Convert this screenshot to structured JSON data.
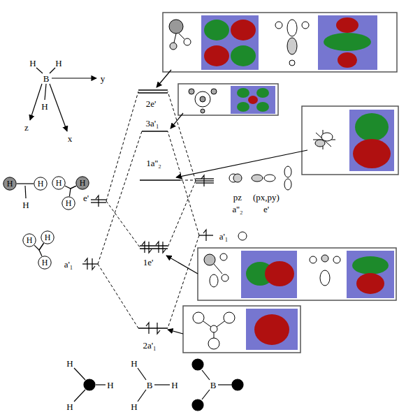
{
  "diagram": {
    "nodes": [
      {
        "text": [
          "H"
        ]
      },
      {
        "text": [
          "H"
        ]
      },
      {
        "text": [
          "H"
        ]
      },
      {
        "text": [
          "H"
        ]
      },
      {
        "text": [
          "H"
        ]
      },
      {
        "text": [
          "H"
        ]
      },
      {
        "text": [
          "H"
        ]
      },
      {
        "text": [
          "H"
        ]
      }
    ],
    "edges": [
      {
        "from": 0,
        "to": 1,
        "arrow": "none"
      },
      {
        "from": 2,
        "to": 3,
        "arrow": "none"
      },
      {
        "from": 4,
        "to": 3,
        "arrow": "none"
      },
      {
        "from": 5,
        "to": 6,
        "arrow": "none"
      },
      {
        "from": 7,
        "to": 6,
        "arrow": "none"
      }
    ],
    "labels": [
      "H",
      "H",
      "B",
      "H",
      "y",
      "z",
      "x",
      "2e'",
      "3a'₁",
      "1a''₂",
      "e'",
      "H",
      "pz",
      "(px,py)",
      "a''₂",
      "e'",
      "a'₁",
      "1e'",
      "a'₁",
      "2a'₁",
      "H",
      "H",
      "H",
      "H",
      "B",
      "H",
      "H",
      "B"
    ]
  }
}
